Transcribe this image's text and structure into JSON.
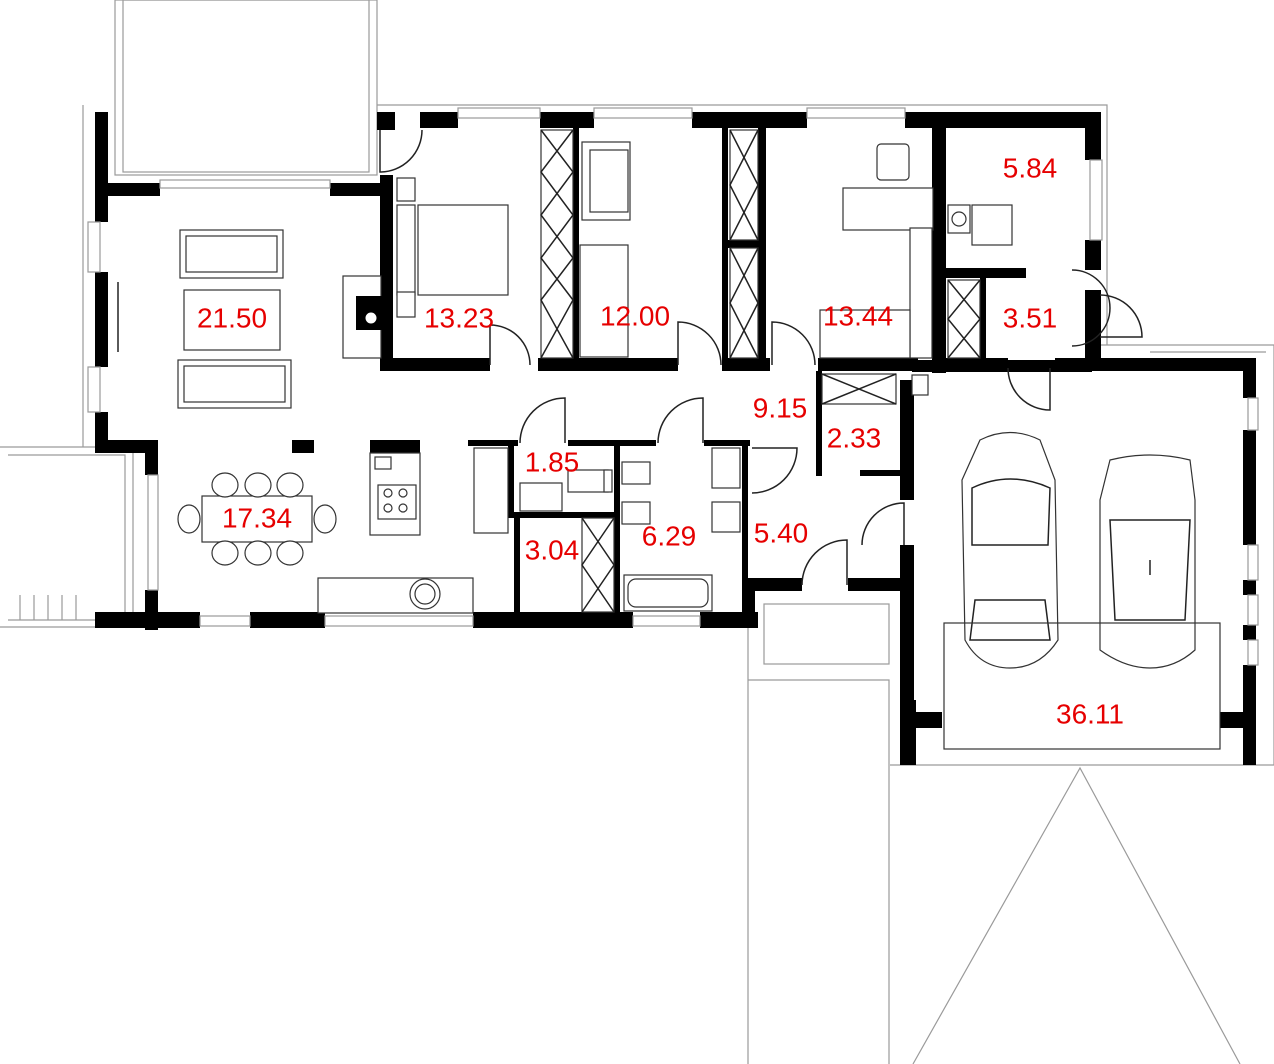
{
  "colors": {
    "wall": "#000000",
    "label": "#e60000",
    "outline": "#9a9a9a",
    "background": "#ffffff"
  },
  "rooms": [
    {
      "id": "living",
      "area": "21.50"
    },
    {
      "id": "dining",
      "area": "17.34"
    },
    {
      "id": "bedroom-1",
      "area": "13.23"
    },
    {
      "id": "bedroom-2",
      "area": "12.00"
    },
    {
      "id": "bedroom-3",
      "area": "13.44"
    },
    {
      "id": "utility",
      "area": "5.84"
    },
    {
      "id": "wardrobe",
      "area": "3.51"
    },
    {
      "id": "hall",
      "area": "9.15"
    },
    {
      "id": "closet",
      "area": "2.33"
    },
    {
      "id": "wc",
      "area": "1.85"
    },
    {
      "id": "storage",
      "area": "3.04"
    },
    {
      "id": "bathroom",
      "area": "6.29"
    },
    {
      "id": "entrance",
      "area": "5.40"
    },
    {
      "id": "garage",
      "area": "36.11"
    }
  ]
}
